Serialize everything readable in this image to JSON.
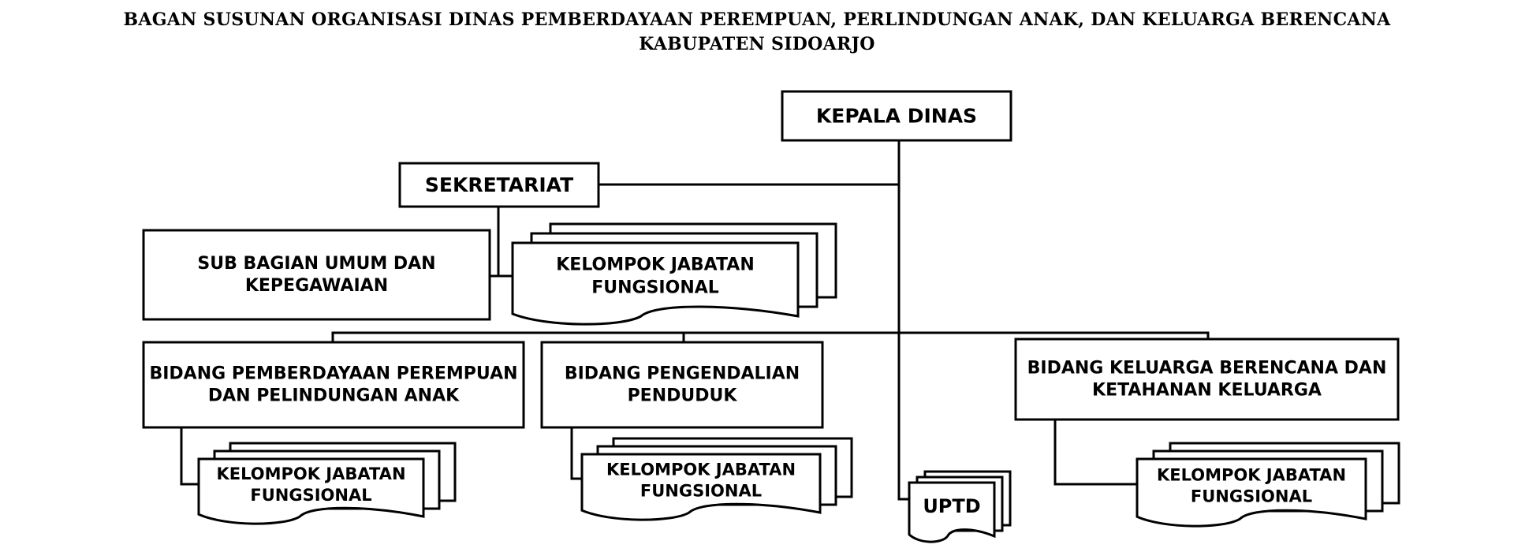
{
  "title": {
    "line1": "BAGAN SUSUNAN ORGANISASI DINAS PEMBERDAYAAN PEREMPUAN, PERLINDUNGAN ANAK, DAN KELUARGA BERENCANA",
    "line2": "KABUPATEN SIDOARJO"
  },
  "nodes": {
    "kepala_dinas": {
      "lines": [
        "KEPALA DINAS"
      ]
    },
    "sekretariat": {
      "lines": [
        "SEKRETARIAT"
      ]
    },
    "sub_bagian_umum": {
      "lines": [
        "SUB BAGIAN UMUM DAN",
        "KEPEGAWAIAN"
      ]
    },
    "kjf_sekretariat": {
      "lines": [
        "KELOMPOK JABATAN",
        "FUNGSIONAL"
      ]
    },
    "bidang_pppa": {
      "lines": [
        "BIDANG PEMBERDAYAAN PEREMPUAN",
        "DAN PELINDUNGAN ANAK"
      ]
    },
    "bidang_pengendalian": {
      "lines": [
        "BIDANG PENGENDALIAN",
        "PENDUDUK"
      ]
    },
    "bidang_kb": {
      "lines": [
        "BIDANG KELUARGA BERENCANA DAN",
        "KETAHANAN KELUARGA"
      ]
    },
    "kjf_pppa": {
      "lines": [
        "KELOMPOK JABATAN",
        "FUNGSIONAL"
      ]
    },
    "kjf_pengendalian": {
      "lines": [
        "KELOMPOK JABATAN",
        "FUNGSIONAL"
      ]
    },
    "kjf_kb": {
      "lines": [
        "KELOMPOK JABATAN",
        "FUNGSIONAL"
      ]
    },
    "uptd": {
      "lines": [
        "UPTD"
      ]
    }
  }
}
